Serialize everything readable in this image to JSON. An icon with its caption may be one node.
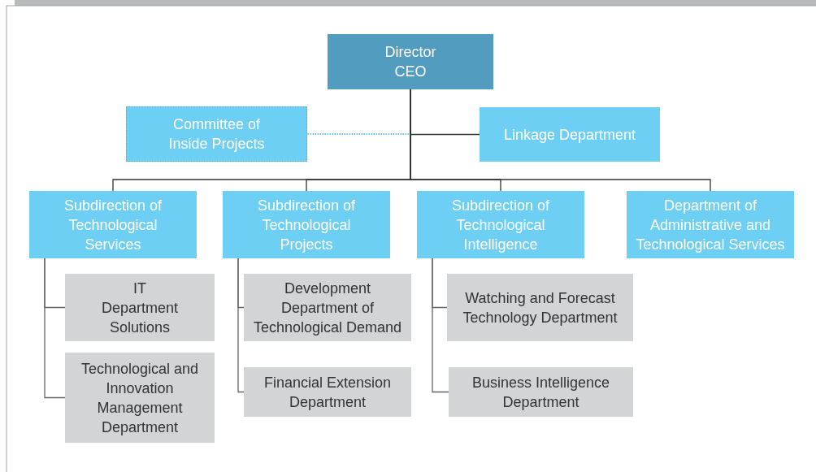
{
  "diagram": {
    "nodes": [
      {
        "text": [
          "Director",
          "CEO"
        ]
      },
      {
        "text": [
          "Committee of Inside Projects"
        ]
      },
      {
        "text": [
          "Linkage Department"
        ]
      },
      {
        "text": [
          "Subdirection of Technological Services"
        ]
      },
      {
        "text": [
          "Subdirection of Technological Projects"
        ]
      },
      {
        "text": [
          "Subdirection of Technological Intelligence"
        ]
      },
      {
        "text": [
          "Department of Administrative and Technological Services"
        ]
      },
      {
        "text": [
          "IT Department Solutions"
        ]
      },
      {
        "text": [
          "Technological and Innovation Management Department"
        ]
      },
      {
        "text": [
          "Development Department of Technological Demand"
        ]
      },
      {
        "text": [
          "Financial Extension Department"
        ]
      },
      {
        "text": [
          "Watching and Forecast Technology Department"
        ]
      },
      {
        "text": [
          "Business Intelligence Department"
        ]
      }
    ],
    "edges": [
      {
        "from": 0,
        "to": 1,
        "arrow": "none",
        "style": "dashed",
        "color": "#3ab4e6"
      },
      {
        "from": 0,
        "to": 2,
        "arrow": "none"
      },
      {
        "from": 0,
        "to": 3,
        "arrow": "none"
      },
      {
        "from": 0,
        "to": 4,
        "arrow": "none"
      },
      {
        "from": 0,
        "to": 5,
        "arrow": "none"
      },
      {
        "from": 0,
        "to": 6,
        "arrow": "none"
      },
      {
        "from": 3,
        "to": 7,
        "arrow": "none"
      },
      {
        "from": 3,
        "to": 8,
        "arrow": "none"
      },
      {
        "from": 4,
        "to": 9,
        "arrow": "none"
      },
      {
        "from": 4,
        "to": 10,
        "arrow": "none"
      },
      {
        "from": 5,
        "to": 11,
        "arrow": "none"
      },
      {
        "from": 5,
        "to": 12,
        "arrow": "none"
      }
    ]
  }
}
